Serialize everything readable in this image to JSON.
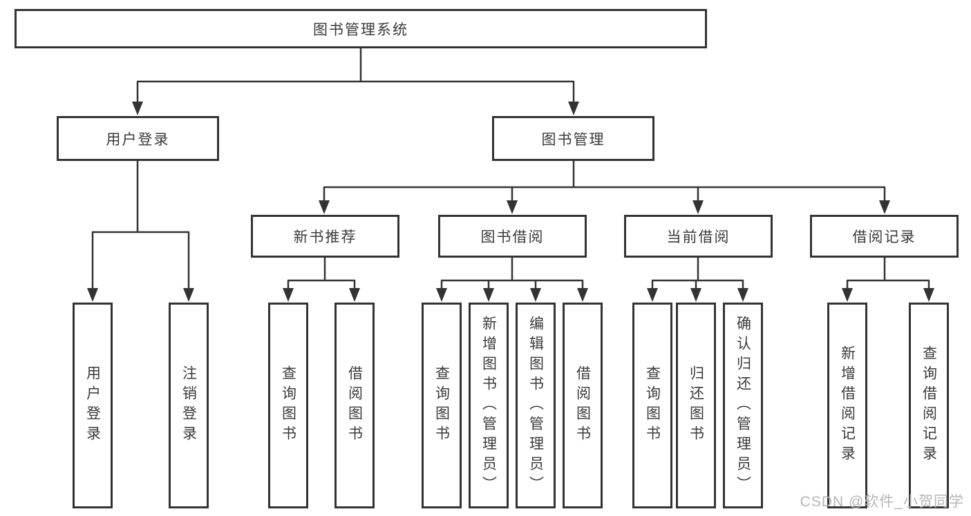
{
  "tree": {
    "root": {
      "label": "图书管理系统"
    },
    "level2": [
      {
        "label": "用户登录",
        "children": [
          {
            "label": "用户登录"
          },
          {
            "label": "注销登录"
          }
        ]
      },
      {
        "label": "图书管理",
        "children": [
          {
            "label": "新书推荐",
            "children": [
              {
                "label": "查询图书"
              },
              {
                "label": "借阅图书"
              }
            ]
          },
          {
            "label": "图书借阅",
            "children": [
              {
                "label": "查询图书"
              },
              {
                "label": "新增图书（管理员）"
              },
              {
                "label": "编辑图书（管理员）"
              },
              {
                "label": "借阅图书"
              }
            ]
          },
          {
            "label": "当前借阅",
            "children": [
              {
                "label": "查询图书"
              },
              {
                "label": "归还图书"
              },
              {
                "label": "确认归还（管理员）"
              }
            ]
          },
          {
            "label": "借阅记录",
            "children": [
              {
                "label": "新增借阅记录"
              },
              {
                "label": "查询借阅记录"
              }
            ]
          }
        ]
      }
    ]
  },
  "watermark": "CSDN @软件_小贺同学",
  "colors": {
    "line": "#333333",
    "border": "#333333",
    "text": "#3a3a3a",
    "watermark": "#b5b5b5",
    "background": "#ffffff"
  }
}
